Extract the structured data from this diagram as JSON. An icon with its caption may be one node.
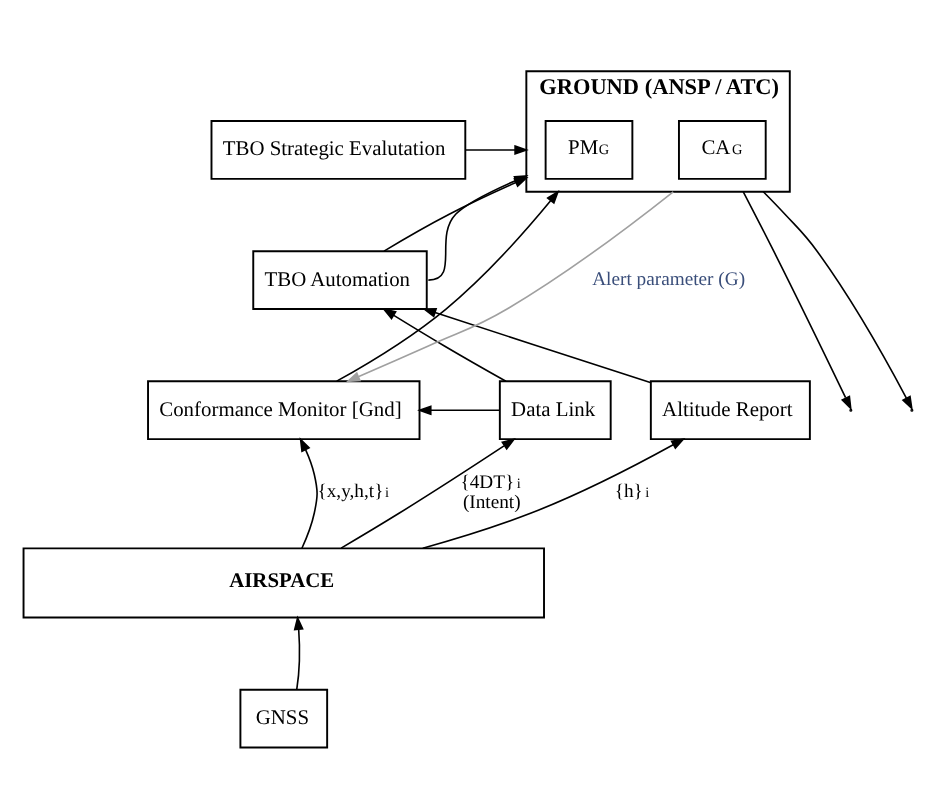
{
  "diagram": {
    "nodes": [
      {
        "text": [
          "GROUND (ANSP / ATC)"
        ]
      },
      {
        "text": [
          "CA$_{G}$"
        ],
        "in": 0
      },
      {
        "text": [
          "PM$_{G}$"
        ],
        "in": 0
      },
      {
        "text": [
          "TBO Strategic Evalutation"
        ]
      },
      {
        "text": [
          "TBO Automation"
        ]
      },
      {
        "text": [
          "Conformance Monitor [Gnd]"
        ]
      },
      {
        "text": [
          "Data Link"
        ]
      },
      {
        "text": [
          "Altitude Report"
        ]
      },
      {
        "text": [
          "AIRSPACE"
        ]
      },
      {
        "text": [
          "GNSS"
        ]
      }
    ],
    "edges": [
      {
        "from": 3,
        "to": 0,
        "arrow": "to"
      },
      {
        "from": 4,
        "to": 0,
        "arrow": "to"
      },
      {
        "from": 4,
        "to": 0,
        "arrow": "to"
      },
      {
        "from": 5,
        "to": 0,
        "arrow": "to"
      },
      {
        "from": 0,
        "to": null,
        "arrow": "to"
      },
      {
        "from": 0,
        "to": null,
        "arrow": "to"
      },
      {
        "from": 0,
        "to": 5,
        "arrow": "to",
        "label": "Alert parameter (G)",
        "color": "#a0a0a0"
      },
      {
        "from": 6,
        "to": 5,
        "arrow": "to"
      },
      {
        "from": 6,
        "to": 4,
        "arrow": "to"
      },
      {
        "from": 7,
        "to": 4,
        "arrow": "to"
      },
      {
        "from": 8,
        "to": 5,
        "arrow": "to",
        "label": "{x,y,h,t}$_{i}$"
      },
      {
        "from": 8,
        "to": 6,
        "arrow": "to",
        "label": "{4DT}$_{i}$ (Intent)"
      },
      {
        "from": 8,
        "to": 7,
        "arrow": "to",
        "label": "{h}$_{i}$"
      },
      {
        "from": 9,
        "to": 8,
        "arrow": "to"
      }
    ]
  }
}
